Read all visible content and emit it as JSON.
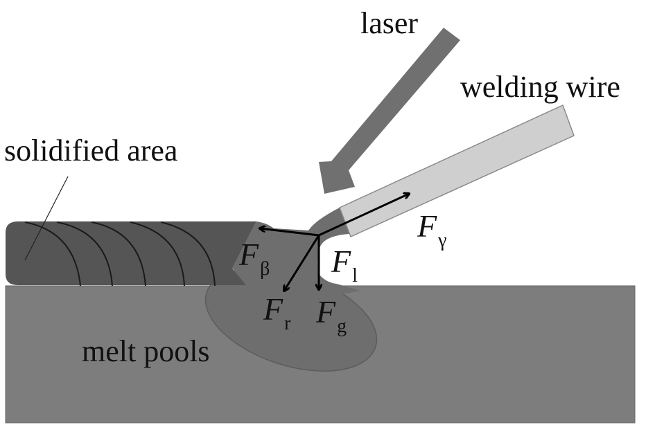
{
  "figure": {
    "title": "Forces acting on droplet in laser wire-filler welding",
    "labels": {
      "laser": "laser",
      "welding_wire": "welding wire",
      "solidified_area": "solidified area",
      "melt_pools": "melt pools"
    },
    "forces": [
      {
        "id": "gamma",
        "symbol": "F",
        "subscript": "γ",
        "direction": "up-right along wire"
      },
      {
        "id": "beta",
        "symbol": "F",
        "subscript": "β",
        "direction": "left"
      },
      {
        "id": "l",
        "symbol": "F",
        "subscript": "l",
        "direction": "down"
      },
      {
        "id": "r",
        "symbol": "F",
        "subscript": "r",
        "direction": "down-left"
      },
      {
        "id": "g",
        "symbol": "F",
        "subscript": "g",
        "direction": "down"
      }
    ],
    "colors": {
      "base_plate": "#7d7d7d",
      "solidified_bead": "#555555",
      "melt_pool": "#6e6e6e",
      "laser_arrow": "#707070",
      "wire": "#cfcfcf",
      "force_arrow": "#000000",
      "text": "#111111"
    }
  }
}
